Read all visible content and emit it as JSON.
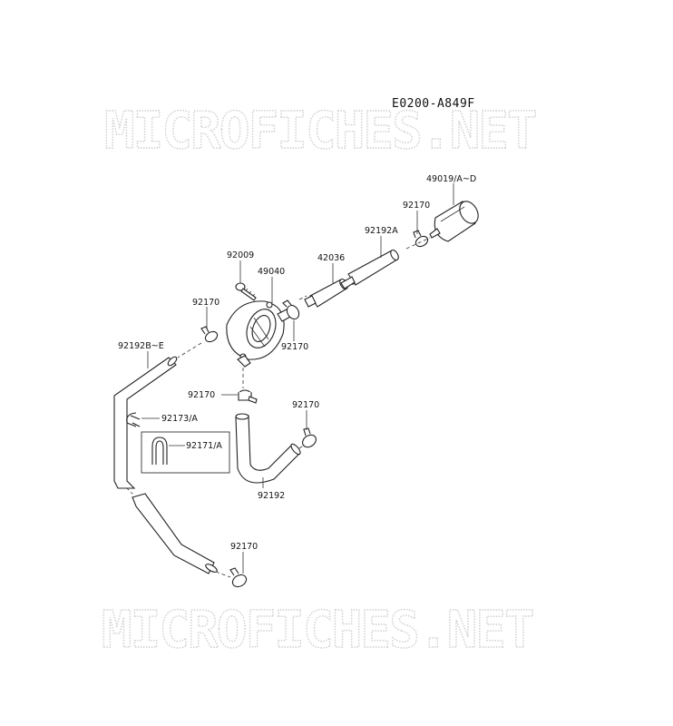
{
  "diagram_code": "E0200-A849F",
  "watermark": "MICROFICHES.NET",
  "labels": {
    "p49019": "49019/A~D",
    "p92170_top": "92170",
    "p92192A": "92192A",
    "p42036": "42036",
    "p92009": "92009",
    "p49040": "49040",
    "p92170_left": "92170",
    "p92170_mid": "92170",
    "p92192BE": "92192B~E",
    "p92170_cock": "92170",
    "p92170_right": "92170",
    "p92173": "92173/A",
    "p92171": "92171/A",
    "p92192": "92192",
    "p92170_bottom": "92170"
  }
}
